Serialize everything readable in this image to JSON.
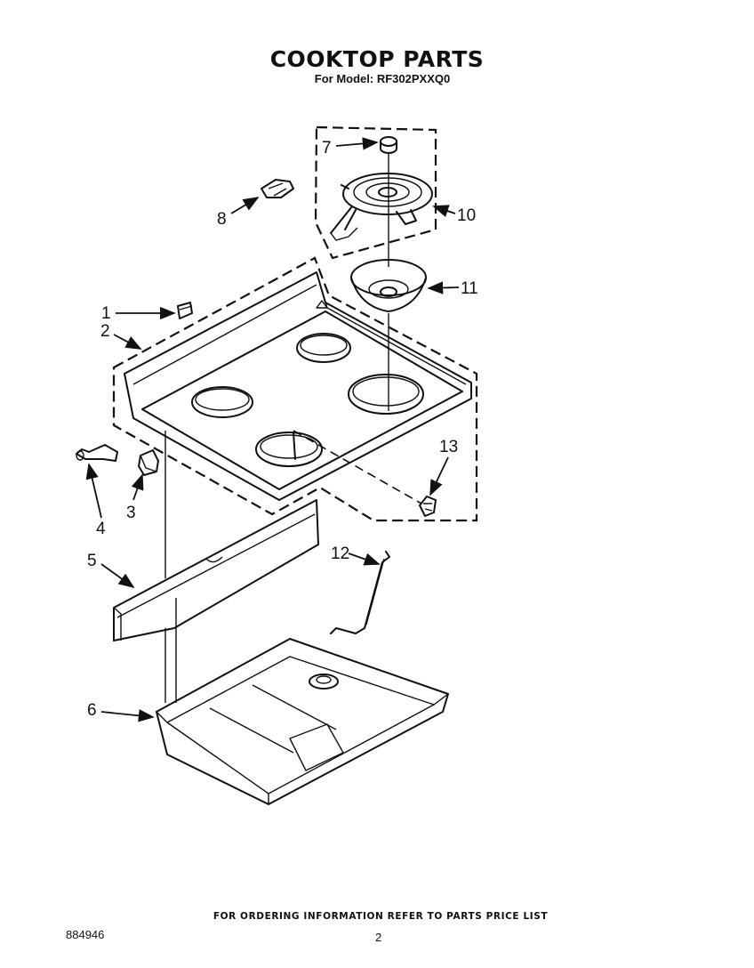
{
  "header": {
    "title": "COOKTOP PARTS",
    "subtitle": "For Model: RF302PXXQ0"
  },
  "callouts": {
    "c1": "1",
    "c2": "2",
    "c3": "3",
    "c4": "4",
    "c5": "5",
    "c6": "6",
    "c7": "7",
    "c8": "8",
    "c10": "10",
    "c11": "11",
    "c12": "12",
    "c13": "13"
  },
  "footer": {
    "ordering_note": "FOR ORDERING INFORMATION REFER TO PARTS PRICE LIST",
    "doc_number": "884946",
    "page_number": "2"
  }
}
